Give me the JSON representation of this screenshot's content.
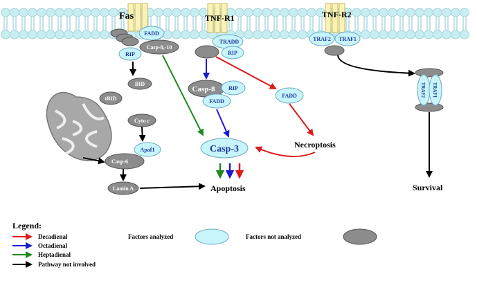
{
  "receptors": {
    "fas": "Fas",
    "tnfr1": "TNF-R1",
    "tnfr2": "TNF-R2"
  },
  "nodes": {
    "fadd_fas": "FADD",
    "casp810": "Casp-8,-10",
    "rip_fas": "RIP",
    "bid": "BID",
    "tbid": "tBID",
    "cytoc": "Cyto c",
    "apaf1": "Apaf1",
    "casp6": "Casp-6",
    "lamina": "Lamin A",
    "tradd": "TRADD",
    "rip_tnfr1": "RIP",
    "casp8": "Casp-8",
    "rip_c8": "RIP",
    "fadd_c8": "FADD",
    "fadd_necro": "FADD",
    "casp3": "Casp-3",
    "traf2": "TRAF2",
    "traf1": "TRAF1",
    "traf2_v": "TRAF2",
    "traf1_v": "TRAF1"
  },
  "outcomes": {
    "necroptosis": "Necroptosis",
    "apoptosis": "Apoptosis",
    "survival": "Survival"
  },
  "legend": {
    "title": "Legend:",
    "items": [
      {
        "label": "Decadienal",
        "color": "#e01b1b"
      },
      {
        "label": "Octadienal",
        "color": "#1a1ad0"
      },
      {
        "label": "Heptadienal",
        "color": "#1e8a1e"
      },
      {
        "label": "Pathway not involved",
        "color": "#000000"
      }
    ],
    "analyzed": "Factors analyzed",
    "not_analyzed": "Factors not analyzed"
  },
  "colors": {
    "analyzed_fill": "#c8f4fb",
    "not_analyzed_fill": "#8c8c8c",
    "membrane_head": "#c9eef2",
    "receptor_fill": "#faf3b4",
    "mito_fill": "#a8a8a8"
  }
}
